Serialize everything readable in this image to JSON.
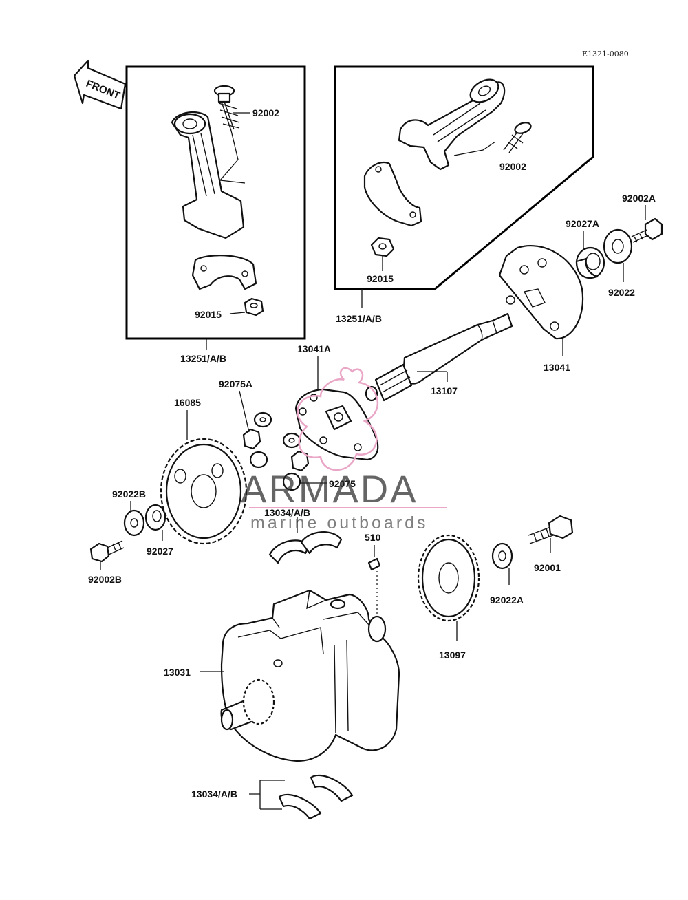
{
  "diagram_code": "E1321-0080",
  "front_arrow": {
    "label": "FRONT"
  },
  "watermark": {
    "brand": "ARMADA",
    "tagline": "marine outboards",
    "accent_color": "#e9a6c6"
  },
  "labels": {
    "p92002_left": "92002",
    "p92015_left": "92015",
    "p13251_left": "13251/A/B",
    "p92002_right": "92002",
    "p92015_right": "92015",
    "p13251_right": "13251/A/B",
    "p92002A": "92002A",
    "p92027A": "92027A",
    "p92022": "92022",
    "p13041": "13041",
    "p13107": "13107",
    "p13041A": "13041A",
    "p92075A": "92075A",
    "p16085": "16085",
    "p92075": "92075",
    "p13034_top": "13034/A/B",
    "p92022B": "92022B",
    "p92027": "92027",
    "p92002B": "92002B",
    "p510": "510",
    "p92001": "92001",
    "p92022A": "92022A",
    "p13097": "13097",
    "p13031": "13031",
    "p13034_bottom": "13034/A/B"
  }
}
